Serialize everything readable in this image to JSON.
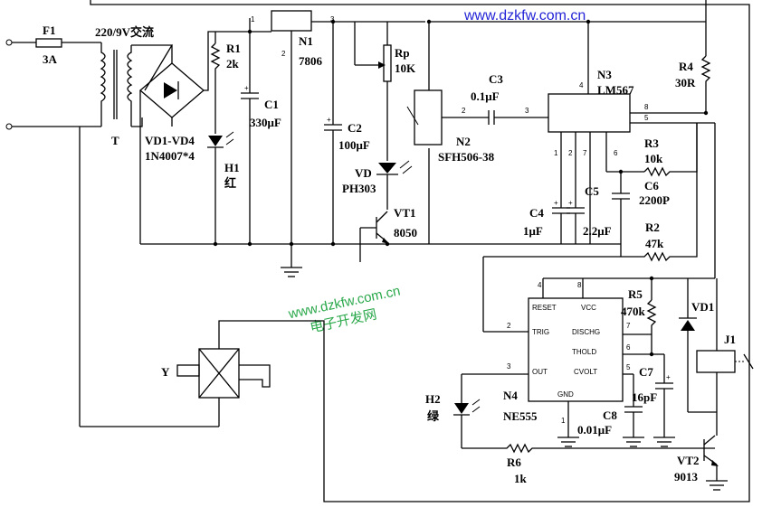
{
  "watermark": {
    "top_url": "www.dzkfw.com.cn",
    "mid_url": "www.dzkfw.com.cn",
    "mid_text": "电子开发网",
    "top_color": "#2424d6",
    "mid_color": "#2aa84a"
  },
  "components": {
    "F1": {
      "ref": "F1",
      "value": "3A"
    },
    "T": {
      "ref": "T",
      "value": "220/9V交流"
    },
    "VD1_VD4": {
      "ref": "VD1-VD4",
      "value": "1N4007*4"
    },
    "R1": {
      "ref": "R1",
      "value": "2k"
    },
    "H1": {
      "ref": "H1",
      "value": "红"
    },
    "C1": {
      "ref": "C1",
      "value": "330μF"
    },
    "N1": {
      "ref": "N1",
      "value": "7806"
    },
    "C2": {
      "ref": "C2",
      "value": "100μF"
    },
    "Rp": {
      "ref": "Rp",
      "value": "10K"
    },
    "VD": {
      "ref": "VD",
      "value": "PH303"
    },
    "VT1": {
      "ref": "VT1",
      "value": "8050"
    },
    "N2": {
      "ref": "N2",
      "value": "SFH506-38"
    },
    "C3": {
      "ref": "C3",
      "value": "0.1μF"
    },
    "N3": {
      "ref": "N3",
      "value": "LM567"
    },
    "R4": {
      "ref": "R4",
      "value": "30R"
    },
    "R3": {
      "ref": "R3",
      "value": "10k"
    },
    "C6": {
      "ref": "C6",
      "value": "2200P"
    },
    "C4": {
      "ref": "C4",
      "value": "1μF"
    },
    "C5": {
      "ref": "C5",
      "value": "2.2μF"
    },
    "R2": {
      "ref": "R2",
      "value": "47k"
    },
    "R5": {
      "ref": "R5",
      "value": "470k"
    },
    "VD1b": {
      "ref": "VD1",
      "value": ""
    },
    "J1": {
      "ref": "J1",
      "value": ""
    },
    "C7": {
      "ref": "C7",
      "value": "16pF"
    },
    "C8": {
      "ref": "C8",
      "value": "0.01μF"
    },
    "H2": {
      "ref": "H2",
      "value": "绿"
    },
    "N4": {
      "ref": "N4",
      "value": "NE555"
    },
    "R6": {
      "ref": "R6",
      "value": "1k"
    },
    "VT2": {
      "ref": "VT2",
      "value": "9013"
    },
    "Y": {
      "ref": "Y",
      "value": ""
    }
  },
  "ic_pins": {
    "n555": {
      "reset": "RESET",
      "vcc": "VCC",
      "trig": "TRIG",
      "disch": "DISCHG",
      "thold": "THOLD",
      "out": "OUT",
      "cvolt": "CVOLT",
      "gnd": "GND",
      "p4": "4",
      "p8": "8",
      "p2": "2",
      "p7": "7",
      "p6": "6",
      "p3": "3",
      "p5": "5",
      "p1": "1"
    },
    "n567": {
      "p4": "4",
      "p8": "8",
      "p3": "3",
      "p5": "5",
      "p6": "6",
      "p1": "1",
      "p2": "2",
      "p7": "7"
    },
    "n7806": {
      "p1": "1",
      "p2": "2",
      "p3": "3"
    },
    "n2": {
      "p2": "2"
    }
  }
}
